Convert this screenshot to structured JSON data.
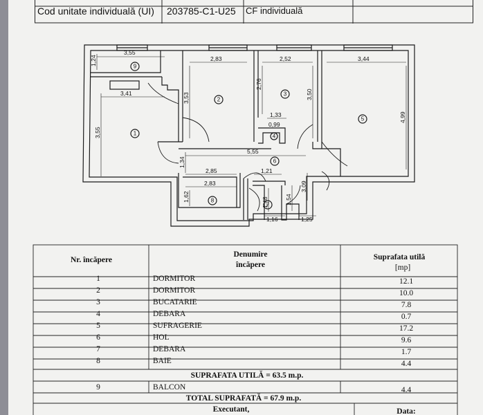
{
  "header": {
    "ui_label": "Cod unitate individuală (UI)",
    "ui_code": "203785-C1-U25",
    "cf_label": "CF individuală"
  },
  "plan": {
    "dims": [
      "3,55",
      "1,24",
      "3,41",
      "3,55",
      "2,83",
      "3,53",
      "2,52",
      "2,76",
      "3,50",
      "3,44",
      "4,99",
      "1,33",
      "0,99",
      "5,55",
      "1,34",
      "2,85",
      "1,21",
      "2,83",
      "3,09",
      "1,62",
      "1,48",
      "1,54",
      "1,16",
      "1,25"
    ],
    "rooms": [
      "9",
      "1",
      "2",
      "3",
      "4",
      "5",
      "6",
      "7",
      "8"
    ]
  },
  "table": {
    "col_nr": "Nr. încăpere",
    "col_name_1": "Denumire",
    "col_name_2": "încăpere",
    "col_area_1": "Suprafata utilă",
    "col_area_2": "[mp]",
    "rows": [
      {
        "nr": "1",
        "name": "DORMITOR",
        "area": "12.1"
      },
      {
        "nr": "2",
        "name": "DORMITOR",
        "area": "10.0"
      },
      {
        "nr": "3",
        "name": "BUCATARIE",
        "area": "7.8"
      },
      {
        "nr": "4",
        "name": "DEBARA",
        "area": "0.7"
      },
      {
        "nr": "5",
        "name": "SUFRAGERIE",
        "area": "17.2"
      },
      {
        "nr": "6",
        "name": "HOL",
        "area": "9.6"
      },
      {
        "nr": "7",
        "name": "DEBARA",
        "area": "1.7"
      },
      {
        "nr": "8",
        "name": "BAIE",
        "area": "4.4"
      }
    ],
    "subtotal_label": "SUPRAFATA UTILĂ = 63.5 m.p.",
    "balcony": {
      "nr": "9",
      "name": "BALCON",
      "area": "4.4"
    },
    "total_label": "TOTAL SUPRAFATĂ = 67.9 m.p.",
    "executant_label": "Executant,",
    "data_label": "Data:"
  }
}
